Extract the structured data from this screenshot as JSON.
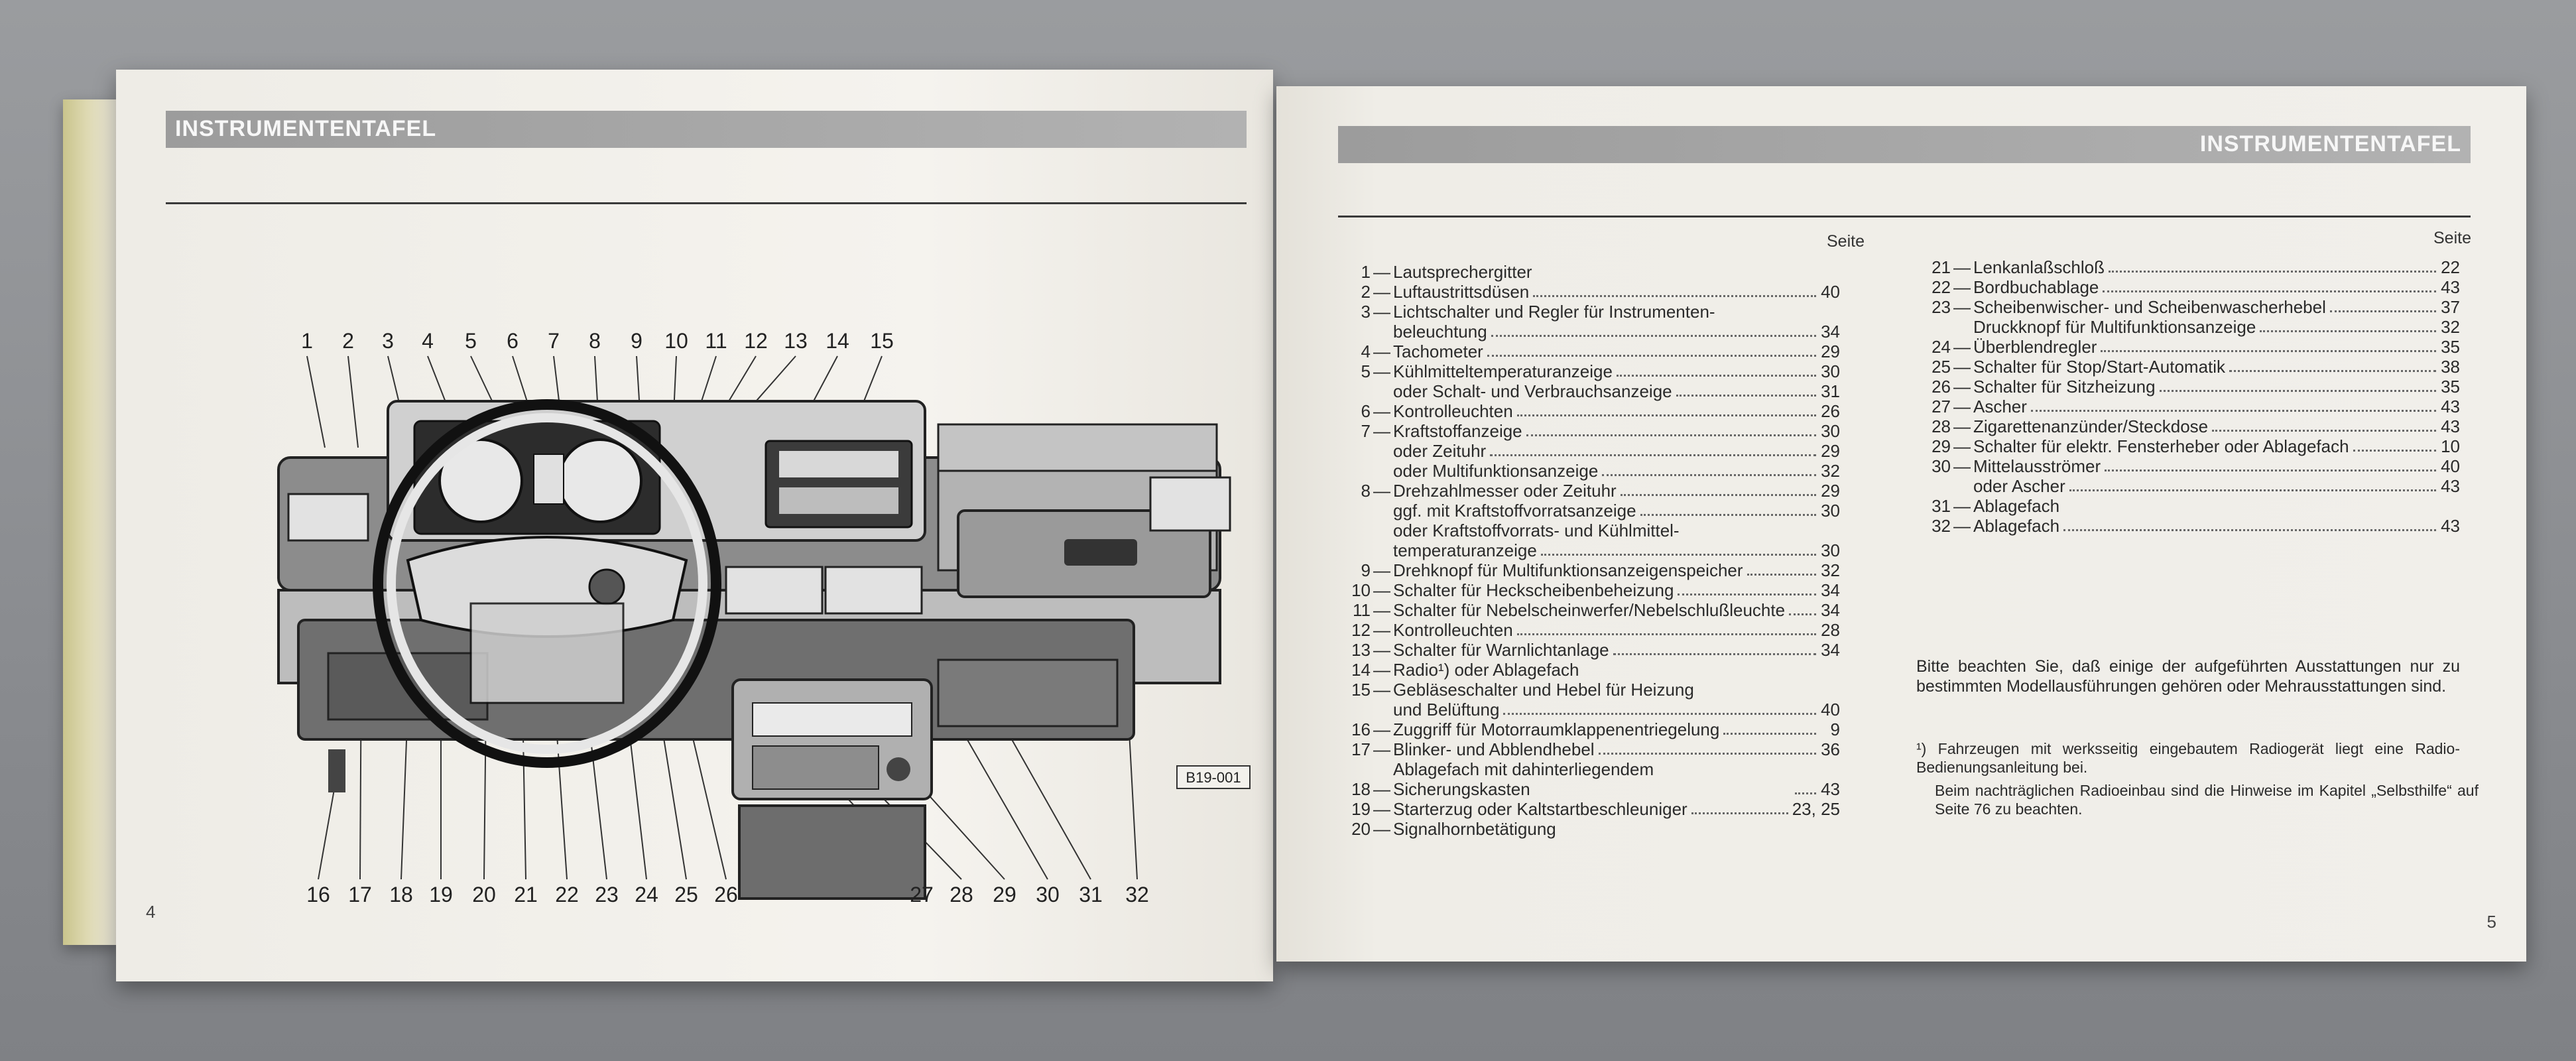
{
  "left_page": {
    "header": "INSTRUMENTENTAFEL",
    "page_number": "4",
    "figure_code": "B19-001",
    "callouts_top": [
      "1",
      "2",
      "3",
      "4",
      "5",
      "6",
      "7",
      "8",
      "9",
      "10",
      "11",
      "12",
      "13",
      "14",
      "15"
    ],
    "callouts_bottom": [
      "16",
      "17",
      "18",
      "19",
      "20",
      "21",
      "22",
      "23",
      "24",
      "25",
      "26",
      "27",
      "28",
      "29",
      "30",
      "31",
      "32"
    ]
  },
  "right_page": {
    "header": "INSTRUMENTENTAFEL",
    "page_number": "5",
    "seite_label": "Seite",
    "left_column": [
      {
        "num": "1",
        "text": "Lautsprechergitter",
        "page": ""
      },
      {
        "num": "2",
        "text": "Luftaustrittsdüsen",
        "page": "40"
      },
      {
        "num": "3",
        "text": "Lichtschalter und Regler für Instrumenten-",
        "page": "",
        "cont": [
          {
            "text": "beleuchtung",
            "page": "34"
          }
        ]
      },
      {
        "num": "4",
        "text": "Tachometer",
        "page": "29"
      },
      {
        "num": "5",
        "text": "Kühlmitteltemperaturanzeige",
        "page": "30",
        "cont": [
          {
            "text": "oder Schalt- und Verbrauchsanzeige",
            "page": "31"
          }
        ]
      },
      {
        "num": "6",
        "text": "Kontrolleuchten",
        "page": "26"
      },
      {
        "num": "7",
        "text": "Kraftstoffanzeige",
        "page": "30",
        "cont": [
          {
            "text": "oder Zeituhr",
            "page": "29"
          },
          {
            "text": "oder Multifunktionsanzeige",
            "page": "32"
          }
        ]
      },
      {
        "num": "8",
        "text": "Drehzahlmesser oder Zeituhr",
        "page": "29",
        "cont": [
          {
            "text": "ggf. mit Kraftstoffvorratsanzeige",
            "page": "30"
          },
          {
            "text": "oder Kraftstoffvorrats- und Kühlmittel-",
            "page": ""
          },
          {
            "text": "temperaturanzeige",
            "page": "30"
          }
        ]
      },
      {
        "num": "9",
        "text": "Drehknopf für Multifunktionsanzeigenspeicher",
        "page": "32"
      },
      {
        "num": "10",
        "text": "Schalter für Heckscheibenbeheizung",
        "page": "34"
      },
      {
        "num": "11",
        "text": "Schalter für Nebelscheinwerfer/Nebelschlußleuchte",
        "page": "34"
      },
      {
        "num": "12",
        "text": "Kontrolleuchten",
        "page": "28"
      },
      {
        "num": "13",
        "text": "Schalter für Warnlichtanlage",
        "page": "34"
      },
      {
        "num": "14",
        "text": "Radio¹) oder Ablagefach",
        "page": ""
      },
      {
        "num": "15",
        "text": "Gebläseschalter und Hebel für Heizung",
        "page": "",
        "cont": [
          {
            "text": "und Belüftung",
            "page": "40"
          }
        ]
      },
      {
        "num": "16",
        "text": "Zuggriff für Motorraumklappenentriegelung",
        "page": "9"
      },
      {
        "num": "17",
        "text": "Blinker- und Abblendhebel",
        "page": "36"
      },
      {
        "num": "18",
        "text": "Ablagefach mit dahinterliegendem Sicherungskasten",
        "page": "43"
      },
      {
        "num": "19",
        "text": "Starterzug oder Kaltstartbeschleuniger",
        "page": "23, 25"
      },
      {
        "num": "20",
        "text": "Signalhornbetätigung",
        "page": ""
      }
    ],
    "right_column": [
      {
        "num": "21",
        "text": "Lenkanlaßschloß",
        "page": "22"
      },
      {
        "num": "22",
        "text": "Bordbuchablage",
        "page": "43"
      },
      {
        "num": "23",
        "text": "Scheibenwischer- und Scheibenwascherhebel",
        "page": "37",
        "cont": [
          {
            "text": "Druckknopf für Multifunktionsanzeige",
            "page": "32"
          }
        ]
      },
      {
        "num": "24",
        "text": "Überblendregler",
        "page": "35"
      },
      {
        "num": "25",
        "text": "Schalter für Stop/Start-Automatik",
        "page": "38"
      },
      {
        "num": "26",
        "text": "Schalter für Sitzheizung",
        "page": "35"
      },
      {
        "num": "27",
        "text": "Ascher",
        "page": "43"
      },
      {
        "num": "28",
        "text": "Zigarettenanzünder/Steckdose",
        "page": "43"
      },
      {
        "num": "29",
        "text": "Schalter für elektr. Fensterheber oder Ablagefach",
        "page": "10"
      },
      {
        "num": "30",
        "text": "Mittelausströmer",
        "page": "40",
        "cont": [
          {
            "text": "oder Ascher",
            "page": "43"
          }
        ]
      },
      {
        "num": "31",
        "text": "Ablagefach",
        "page": ""
      },
      {
        "num": "32",
        "text": "Ablagefach",
        "page": "43"
      }
    ],
    "note": "Bitte beachten Sie, daß einige der aufgeführten Ausstattungen nur zu bestimmten Modellausführungen gehören oder Mehrausstattungen sind.",
    "footnote_1": "¹) Fahrzeugen mit werksseitig eingebautem Radiogerät liegt eine Radio-Bedienungsanleitung bei.",
    "footnote_2": "Beim nachträglichen Radioeinbau sind die Hinweise im Kapitel „Selbsthilfe“ auf Seite 76 zu beachten."
  }
}
